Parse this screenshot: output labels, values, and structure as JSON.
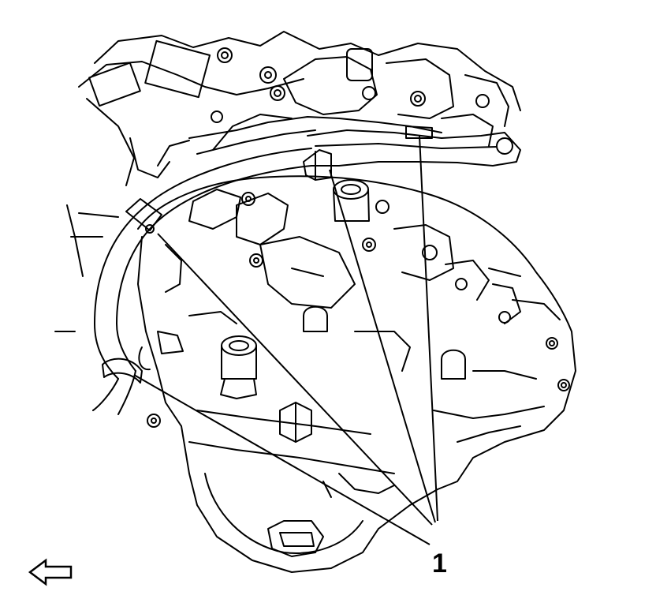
{
  "callout": {
    "number": "1",
    "target_count": 4
  },
  "direction_arrow": {
    "icon": "left-arrow-icon",
    "direction": "left"
  },
  "colors": {
    "line": "#000000",
    "background": "#ffffff"
  }
}
